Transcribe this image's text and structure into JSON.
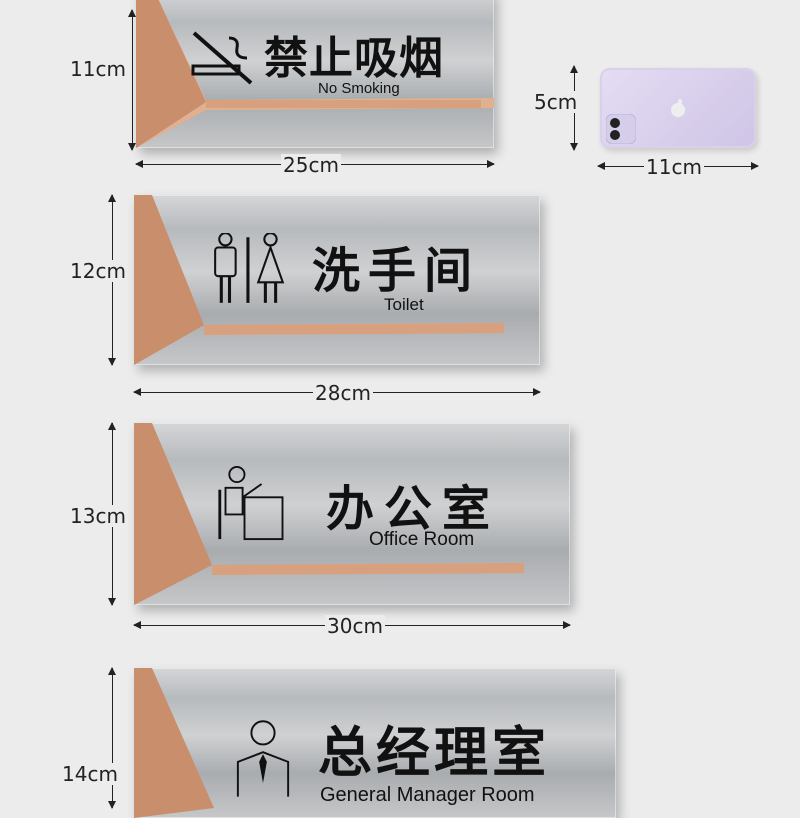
{
  "signs": [
    {
      "chinese": "禁止吸烟",
      "english": "No Smoking",
      "height_label": "11cm",
      "width_label": "25cm",
      "icon": "no-smoking-icon"
    },
    {
      "chinese": "洗手间",
      "english": "Toilet",
      "height_label": "12cm",
      "width_label": "28cm",
      "icon": "restroom-icon"
    },
    {
      "chinese": "办公室",
      "english": "Office Room",
      "height_label": "13cm",
      "width_label": "30cm",
      "icon": "office-worker-icon"
    },
    {
      "chinese": "总经理室",
      "english": "General Manager Room",
      "height_label": "14cm",
      "width_label": "",
      "icon": "manager-icon"
    }
  ],
  "phone": {
    "height_label": "5cm",
    "width_label": "11cm",
    "icon": "apple-logo-icon"
  },
  "colors": {
    "background": "#ececec",
    "rose_gold": "#d9a07e",
    "text": "#111111"
  }
}
